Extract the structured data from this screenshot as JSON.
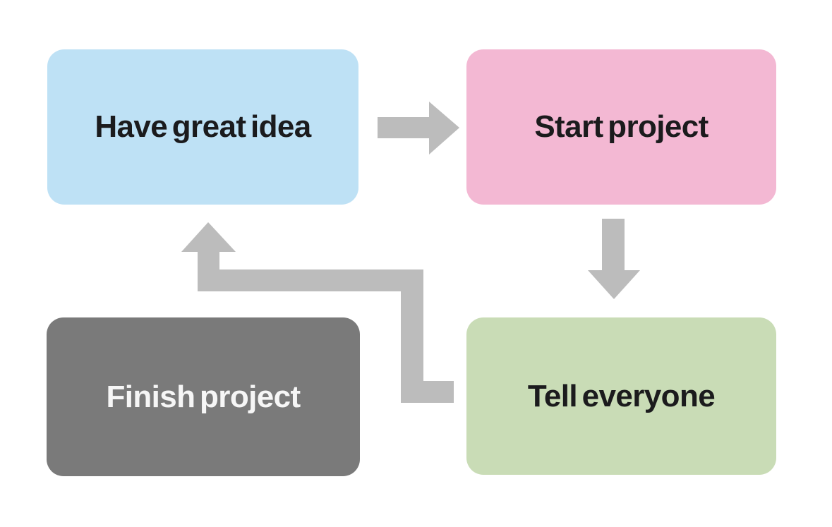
{
  "diagram": {
    "type": "flowchart",
    "background": "#ffffff",
    "arrow_color": "#bcbcbc",
    "nodes": [
      {
        "id": "have-great-idea",
        "label": "Have great idea",
        "fill": "#bee1f5",
        "text_color": "#1b1b1d"
      },
      {
        "id": "start-project",
        "label": "Start project",
        "fill": "#f3b8d3",
        "text_color": "#1b1b1d"
      },
      {
        "id": "finish-project",
        "label": "Finish project",
        "fill": "#7a7a7a",
        "text_color": "#f6f6f6"
      },
      {
        "id": "tell-everyone",
        "label": "Tell everyone",
        "fill": "#c9dcb6",
        "text_color": "#1b1b1d"
      }
    ],
    "arrows": [
      {
        "id": "arrow-idea-to-start",
        "from": "have-great-idea",
        "to": "start-project",
        "direction": "right",
        "color": "#bcbcbc"
      },
      {
        "id": "arrow-start-to-tell",
        "from": "start-project",
        "to": "tell-everyone",
        "direction": "down",
        "color": "#bcbcbc"
      },
      {
        "id": "arrow-tell-to-idea",
        "from": "tell-everyone",
        "to": "have-great-idea",
        "direction": "elbow-left-up",
        "color": "#bcbcbc"
      }
    ]
  }
}
